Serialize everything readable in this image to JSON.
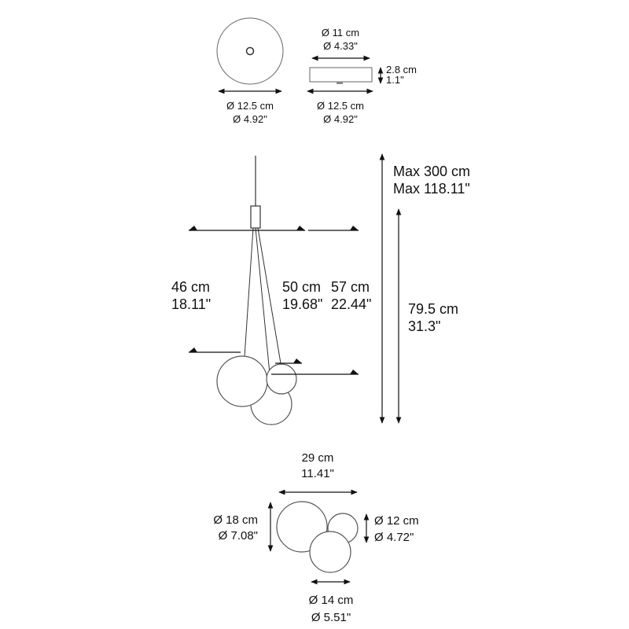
{
  "canopy": {
    "diameter_top": {
      "cm": "Ø 11 cm",
      "in": "Ø 4.33\""
    },
    "height": {
      "cm": "2.8 cm",
      "in": "1.1\""
    },
    "diameter_plan": {
      "cm": "Ø 12.5 cm",
      "in": "Ø 4.92\""
    },
    "diameter_side": {
      "cm": "Ø 12.5 cm",
      "in": "Ø 4.92\""
    }
  },
  "elevation": {
    "max_length": {
      "cm": "Max 300 cm",
      "in": "Max 118.11\""
    },
    "total_height": {
      "cm": "79.5 cm",
      "in": "31.3\""
    },
    "drop_large": {
      "cm": "46 cm",
      "in": "18.11\""
    },
    "drop_small": {
      "cm": "50 cm",
      "in": "19.68\""
    },
    "drop_medium": {
      "cm": "57 cm",
      "in": "22.44\""
    }
  },
  "plan": {
    "width": {
      "cm": "29 cm",
      "in": "11.41\""
    },
    "diameter_large": {
      "cm": "Ø 18 cm",
      "in": "Ø 7.08\""
    },
    "diameter_small": {
      "cm": "Ø 12 cm",
      "in": "Ø 4.72\""
    },
    "diameter_medium": {
      "cm": "Ø 14 cm",
      "in": "Ø 5.51\""
    }
  }
}
